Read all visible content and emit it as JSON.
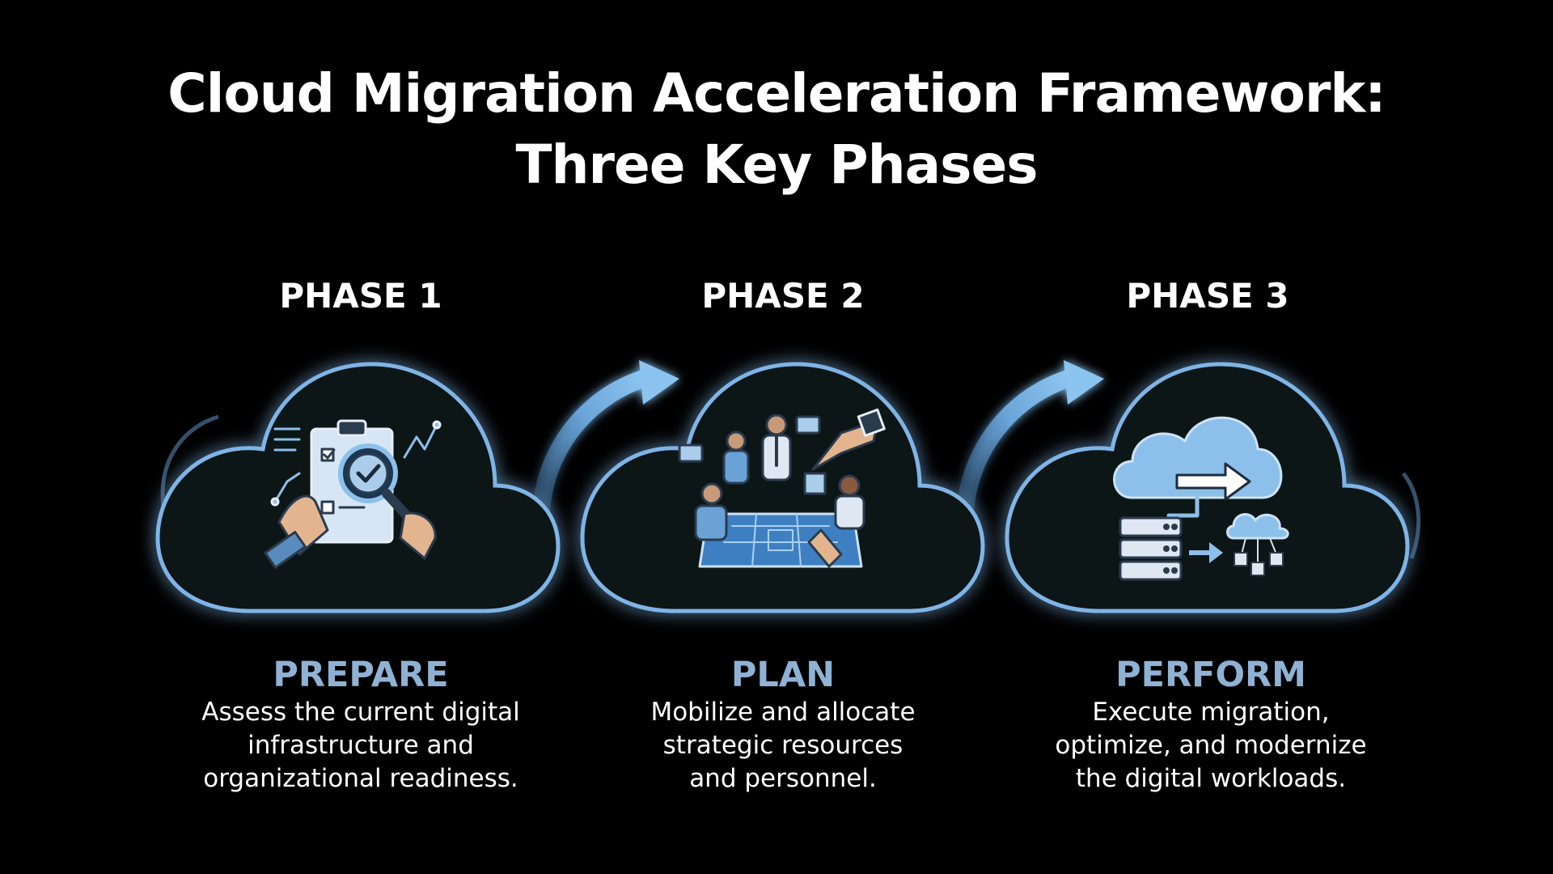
{
  "title": {
    "line1": "Cloud Migration Acceleration Framework:",
    "line2": "Three Key Phases"
  },
  "phases": [
    {
      "label": "PHASE 1",
      "name": "PREPARE",
      "description_lines": [
        "Assess the current digital",
        "infrastructure and",
        "organizational readiness."
      ],
      "icon": "clipboard-magnifier-icon"
    },
    {
      "label": "PHASE 2",
      "name": "PLAN",
      "description_lines": [
        "Mobilize and allocate",
        "strategic resources",
        "and personnel."
      ],
      "icon": "team-planning-icon"
    },
    {
      "label": "PHASE 3",
      "name": "PERFORM",
      "description_lines": [
        "Execute migration,",
        "optimize, and modernize",
        "the digital workloads."
      ],
      "icon": "cloud-server-migration-icon"
    }
  ],
  "colors": {
    "background": "#000000",
    "title": "#ffffff",
    "phase_name": "#8fb2d4",
    "cloud_fill": "#111417",
    "cloud_glow": "#7fb4e6",
    "icon_blue": "#8cc0ea",
    "icon_dark": "#1b2b3d"
  }
}
